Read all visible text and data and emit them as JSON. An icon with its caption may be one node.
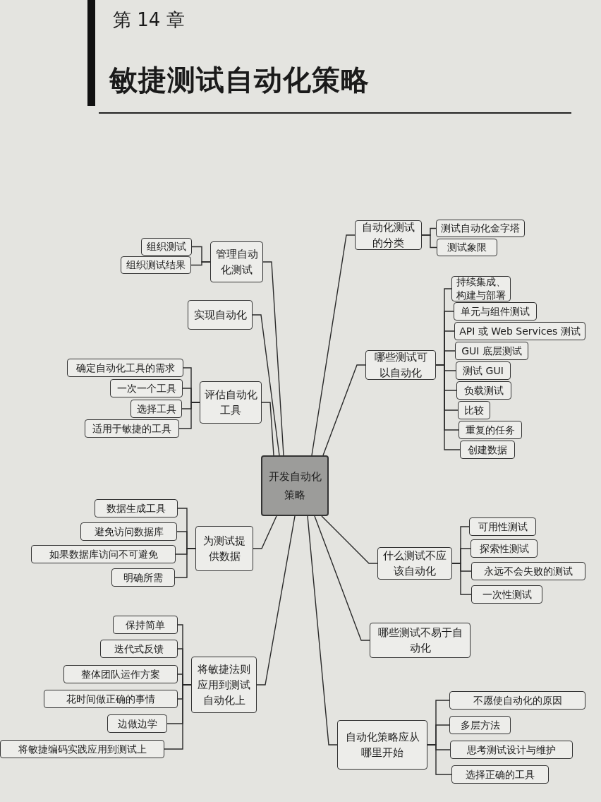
{
  "diagram": {
    "title": "敏捷测试自动化策略",
    "nodes": [
      {
        "text": [
          "开发自动化策略"
        ]
      },
      {
        "text": [
          "管理自动化测试"
        ]
      },
      {
        "text": [
          "组织测试"
        ]
      },
      {
        "text": [
          "组织测试结果"
        ]
      },
      {
        "text": [
          "实现自动化"
        ]
      },
      {
        "text": [
          "评估自动化工具"
        ]
      },
      {
        "text": [
          "确定自动化工具的需求"
        ]
      },
      {
        "text": [
          "一次一个工具"
        ]
      },
      {
        "text": [
          "选择工具"
        ]
      },
      {
        "text": [
          "适用于敏捷的工具"
        ]
      },
      {
        "text": [
          "为测试提供数据"
        ]
      },
      {
        "text": [
          "数据生成工具"
        ]
      },
      {
        "text": [
          "避免访问数据库"
        ]
      },
      {
        "text": [
          "如果数据库访问不可避免"
        ]
      },
      {
        "text": [
          "明确所需"
        ]
      },
      {
        "text": [
          "将敏捷法则应用到测试自动化上"
        ]
      },
      {
        "text": [
          "保持简单"
        ]
      },
      {
        "text": [
          "迭代式反馈"
        ]
      },
      {
        "text": [
          "整体团队运作方案"
        ]
      },
      {
        "text": [
          "花时间做正确的事情"
        ]
      },
      {
        "text": [
          "边做边学"
        ]
      },
      {
        "text": [
          "将敏捷编码实践应用到测试上"
        ]
      },
      {
        "text": [
          "自动化测试的分类"
        ]
      },
      {
        "text": [
          "测试自动化金字塔"
        ]
      },
      {
        "text": [
          "测试象限"
        ]
      },
      {
        "text": [
          "哪些测试可以自动化"
        ]
      },
      {
        "text": [
          "持续集成、构建与部署"
        ]
      },
      {
        "text": [
          "单元与组件测试"
        ]
      },
      {
        "text": [
          "API 或 Web Services 测试"
        ]
      },
      {
        "text": [
          "GUI 底层测试"
        ]
      },
      {
        "text": [
          "测试 GUI"
        ]
      },
      {
        "text": [
          "负载测试"
        ]
      },
      {
        "text": [
          "比较"
        ]
      },
      {
        "text": [
          "重复的任务"
        ]
      },
      {
        "text": [
          "创建数据"
        ]
      },
      {
        "text": [
          "什么测试不应该自动化"
        ]
      },
      {
        "text": [
          "可用性测试"
        ]
      },
      {
        "text": [
          "探索性测试"
        ]
      },
      {
        "text": [
          "永远不会失败的测试"
        ]
      },
      {
        "text": [
          "一次性测试"
        ]
      },
      {
        "text": [
          "哪些测试不易于自动化"
        ]
      },
      {
        "text": [
          "自动化策略应从哪里开始"
        ]
      },
      {
        "text": [
          "不愿使自动化的原因"
        ]
      },
      {
        "text": [
          "多层方法"
        ]
      },
      {
        "text": [
          "思考测试设计与维护"
        ]
      },
      {
        "text": [
          "选择正确的工具"
        ]
      }
    ],
    "edges": [
      {
        "from": 0,
        "to": 1,
        "arrow": "none"
      },
      {
        "from": 0,
        "to": 4,
        "arrow": "none"
      },
      {
        "from": 0,
        "to": 5,
        "arrow": "none"
      },
      {
        "from": 0,
        "to": 10,
        "arrow": "none"
      },
      {
        "from": 0,
        "to": 15,
        "arrow": "none"
      },
      {
        "from": 0,
        "to": 22,
        "arrow": "none"
      },
      {
        "from": 0,
        "to": 25,
        "arrow": "none"
      },
      {
        "from": 0,
        "to": 35,
        "arrow": "none"
      },
      {
        "from": 0,
        "to": 40,
        "arrow": "none"
      },
      {
        "from": 0,
        "to": 41,
        "arrow": "none"
      },
      {
        "from": 1,
        "to": 2,
        "arrow": "none"
      },
      {
        "from": 1,
        "to": 3,
        "arrow": "none"
      },
      {
        "from": 5,
        "to": 6,
        "arrow": "none"
      },
      {
        "from": 5,
        "to": 7,
        "arrow": "none"
      },
      {
        "from": 5,
        "to": 8,
        "arrow": "none"
      },
      {
        "from": 5,
        "to": 9,
        "arrow": "none"
      },
      {
        "from": 10,
        "to": 11,
        "arrow": "none"
      },
      {
        "from": 10,
        "to": 12,
        "arrow": "none"
      },
      {
        "from": 10,
        "to": 13,
        "arrow": "none"
      },
      {
        "from": 10,
        "to": 14,
        "arrow": "none"
      },
      {
        "from": 15,
        "to": 16,
        "arrow": "none"
      },
      {
        "from": 15,
        "to": 17,
        "arrow": "none"
      },
      {
        "from": 15,
        "to": 18,
        "arrow": "none"
      },
      {
        "from": 15,
        "to": 19,
        "arrow": "none"
      },
      {
        "from": 15,
        "to": 20,
        "arrow": "none"
      },
      {
        "from": 15,
        "to": 21,
        "arrow": "none"
      },
      {
        "from": 22,
        "to": 23,
        "arrow": "none"
      },
      {
        "from": 22,
        "to": 24,
        "arrow": "none"
      },
      {
        "from": 25,
        "to": 26,
        "arrow": "none"
      },
      {
        "from": 25,
        "to": 27,
        "arrow": "none"
      },
      {
        "from": 25,
        "to": 28,
        "arrow": "none"
      },
      {
        "from": 25,
        "to": 29,
        "arrow": "none"
      },
      {
        "from": 25,
        "to": 30,
        "arrow": "none"
      },
      {
        "from": 25,
        "to": 31,
        "arrow": "none"
      },
      {
        "from": 25,
        "to": 32,
        "arrow": "none"
      },
      {
        "from": 25,
        "to": 33,
        "arrow": "none"
      },
      {
        "from": 25,
        "to": 34,
        "arrow": "none"
      },
      {
        "from": 35,
        "to": 36,
        "arrow": "none"
      },
      {
        "from": 35,
        "to": 37,
        "arrow": "none"
      },
      {
        "from": 35,
        "to": 38,
        "arrow": "none"
      },
      {
        "from": 35,
        "to": 39,
        "arrow": "none"
      },
      {
        "from": 41,
        "to": 42,
        "arrow": "none"
      },
      {
        "from": 41,
        "to": 43,
        "arrow": "none"
      },
      {
        "from": 41,
        "to": 44,
        "arrow": "none"
      },
      {
        "from": 41,
        "to": 45,
        "arrow": "none"
      }
    ],
    "labels": [
      "第 14 章"
    ]
  }
}
